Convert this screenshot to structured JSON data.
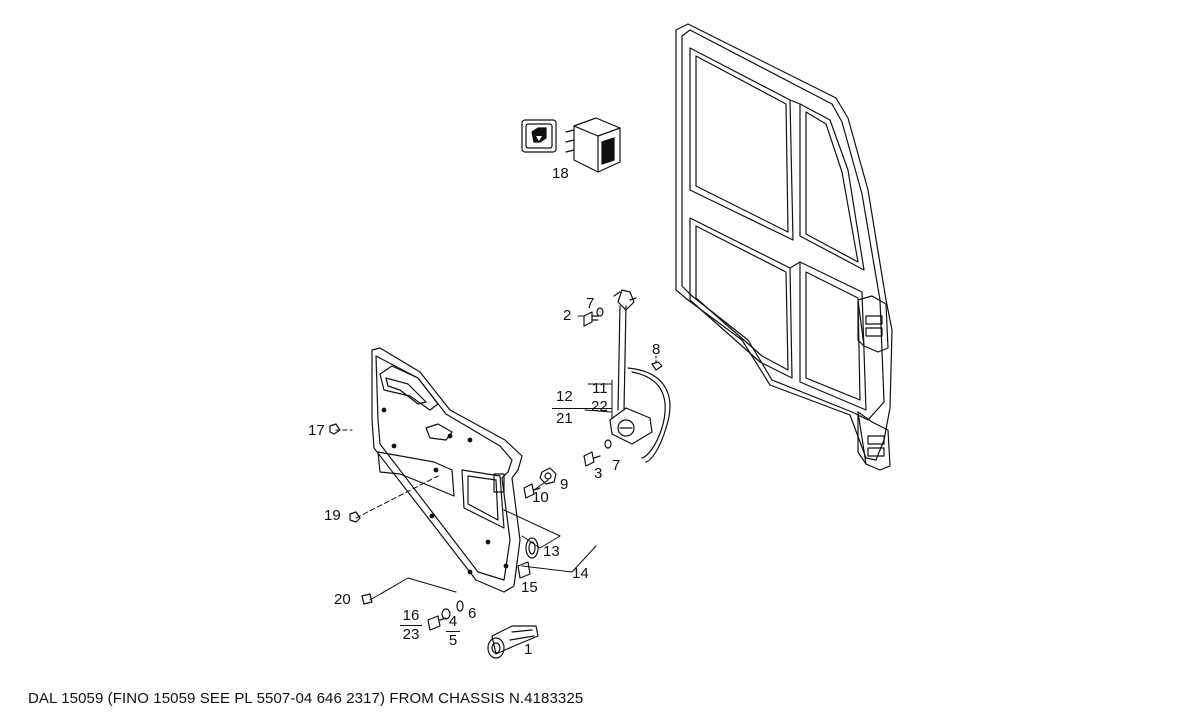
{
  "footer": {
    "caption": "DAL 15059 (FINO 15059 SEE PL 5507-04 646 2317) FROM CHASSIS N.4183325"
  },
  "callouts": {
    "c1": "1",
    "c2": "2",
    "c3": "3",
    "c4": "4",
    "c5": "5",
    "c6": "6",
    "c7a": "7",
    "c7b": "7",
    "c8": "8",
    "c9": "9",
    "c10": "10",
    "c11": "11",
    "c12": "12",
    "c13": "13",
    "c14": "14",
    "c15": "15",
    "c16": "16",
    "c17": "17",
    "c18": "18",
    "c19": "19",
    "c20": "20",
    "c21": "21",
    "c22": "22",
    "c23": "23"
  },
  "icons": {
    "window-switch": "window-lift-symbol"
  }
}
